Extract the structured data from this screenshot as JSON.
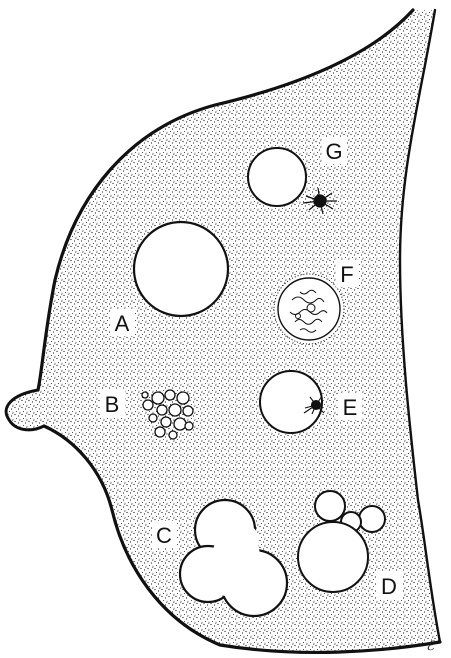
{
  "labels": {
    "A": "A",
    "B": "B",
    "C": "C",
    "D": "D",
    "E": "E",
    "F": "F",
    "G": "G"
  },
  "signature": "ℰ",
  "colors": {
    "background": "#ffffff",
    "outline": "#111111",
    "stipple": "#2a2a2a",
    "lesion_fill": "#ffffff"
  }
}
